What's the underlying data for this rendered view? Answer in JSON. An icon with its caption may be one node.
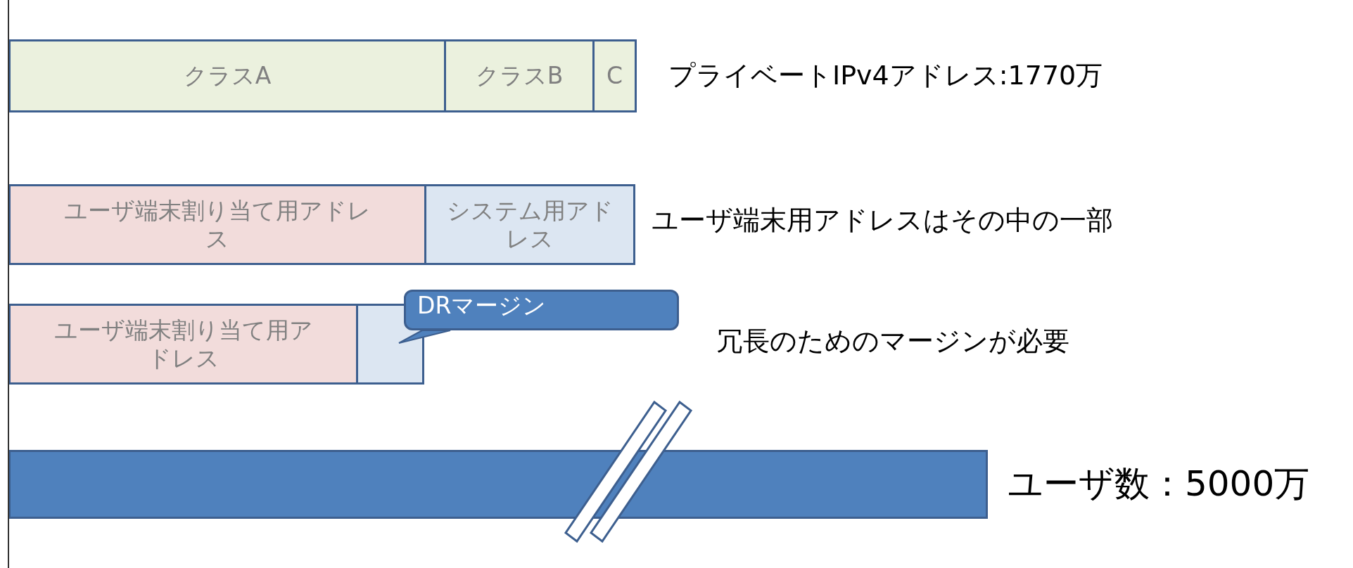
{
  "diagram": {
    "nodes": [
      {
        "text": [
          "クラスA"
        ]
      },
      {
        "text": [
          "クラスB"
        ]
      },
      {
        "text": [
          "C"
        ]
      },
      {
        "text": [
          "ユーザ端末割り当て用アドレス"
        ]
      },
      {
        "text": [
          "システム用アドレス"
        ]
      },
      {
        "text": [
          "ユーザ端末割り当て用アドレス"
        ]
      },
      {
        "text": [],
        "shape": "box"
      },
      {
        "text": [
          "DRマージン"
        ]
      },
      {
        "text": [],
        "shape": "bar"
      }
    ],
    "edges": [
      {
        "from": 7,
        "to": 6,
        "arrow": "none"
      }
    ],
    "labels": [
      "プライベートIPv4アドレス:1770万",
      "ユーザ端末用アドレスはその中の一部",
      "冗長のためのマージンが必要",
      "ユーザ数：5000万"
    ]
  }
}
